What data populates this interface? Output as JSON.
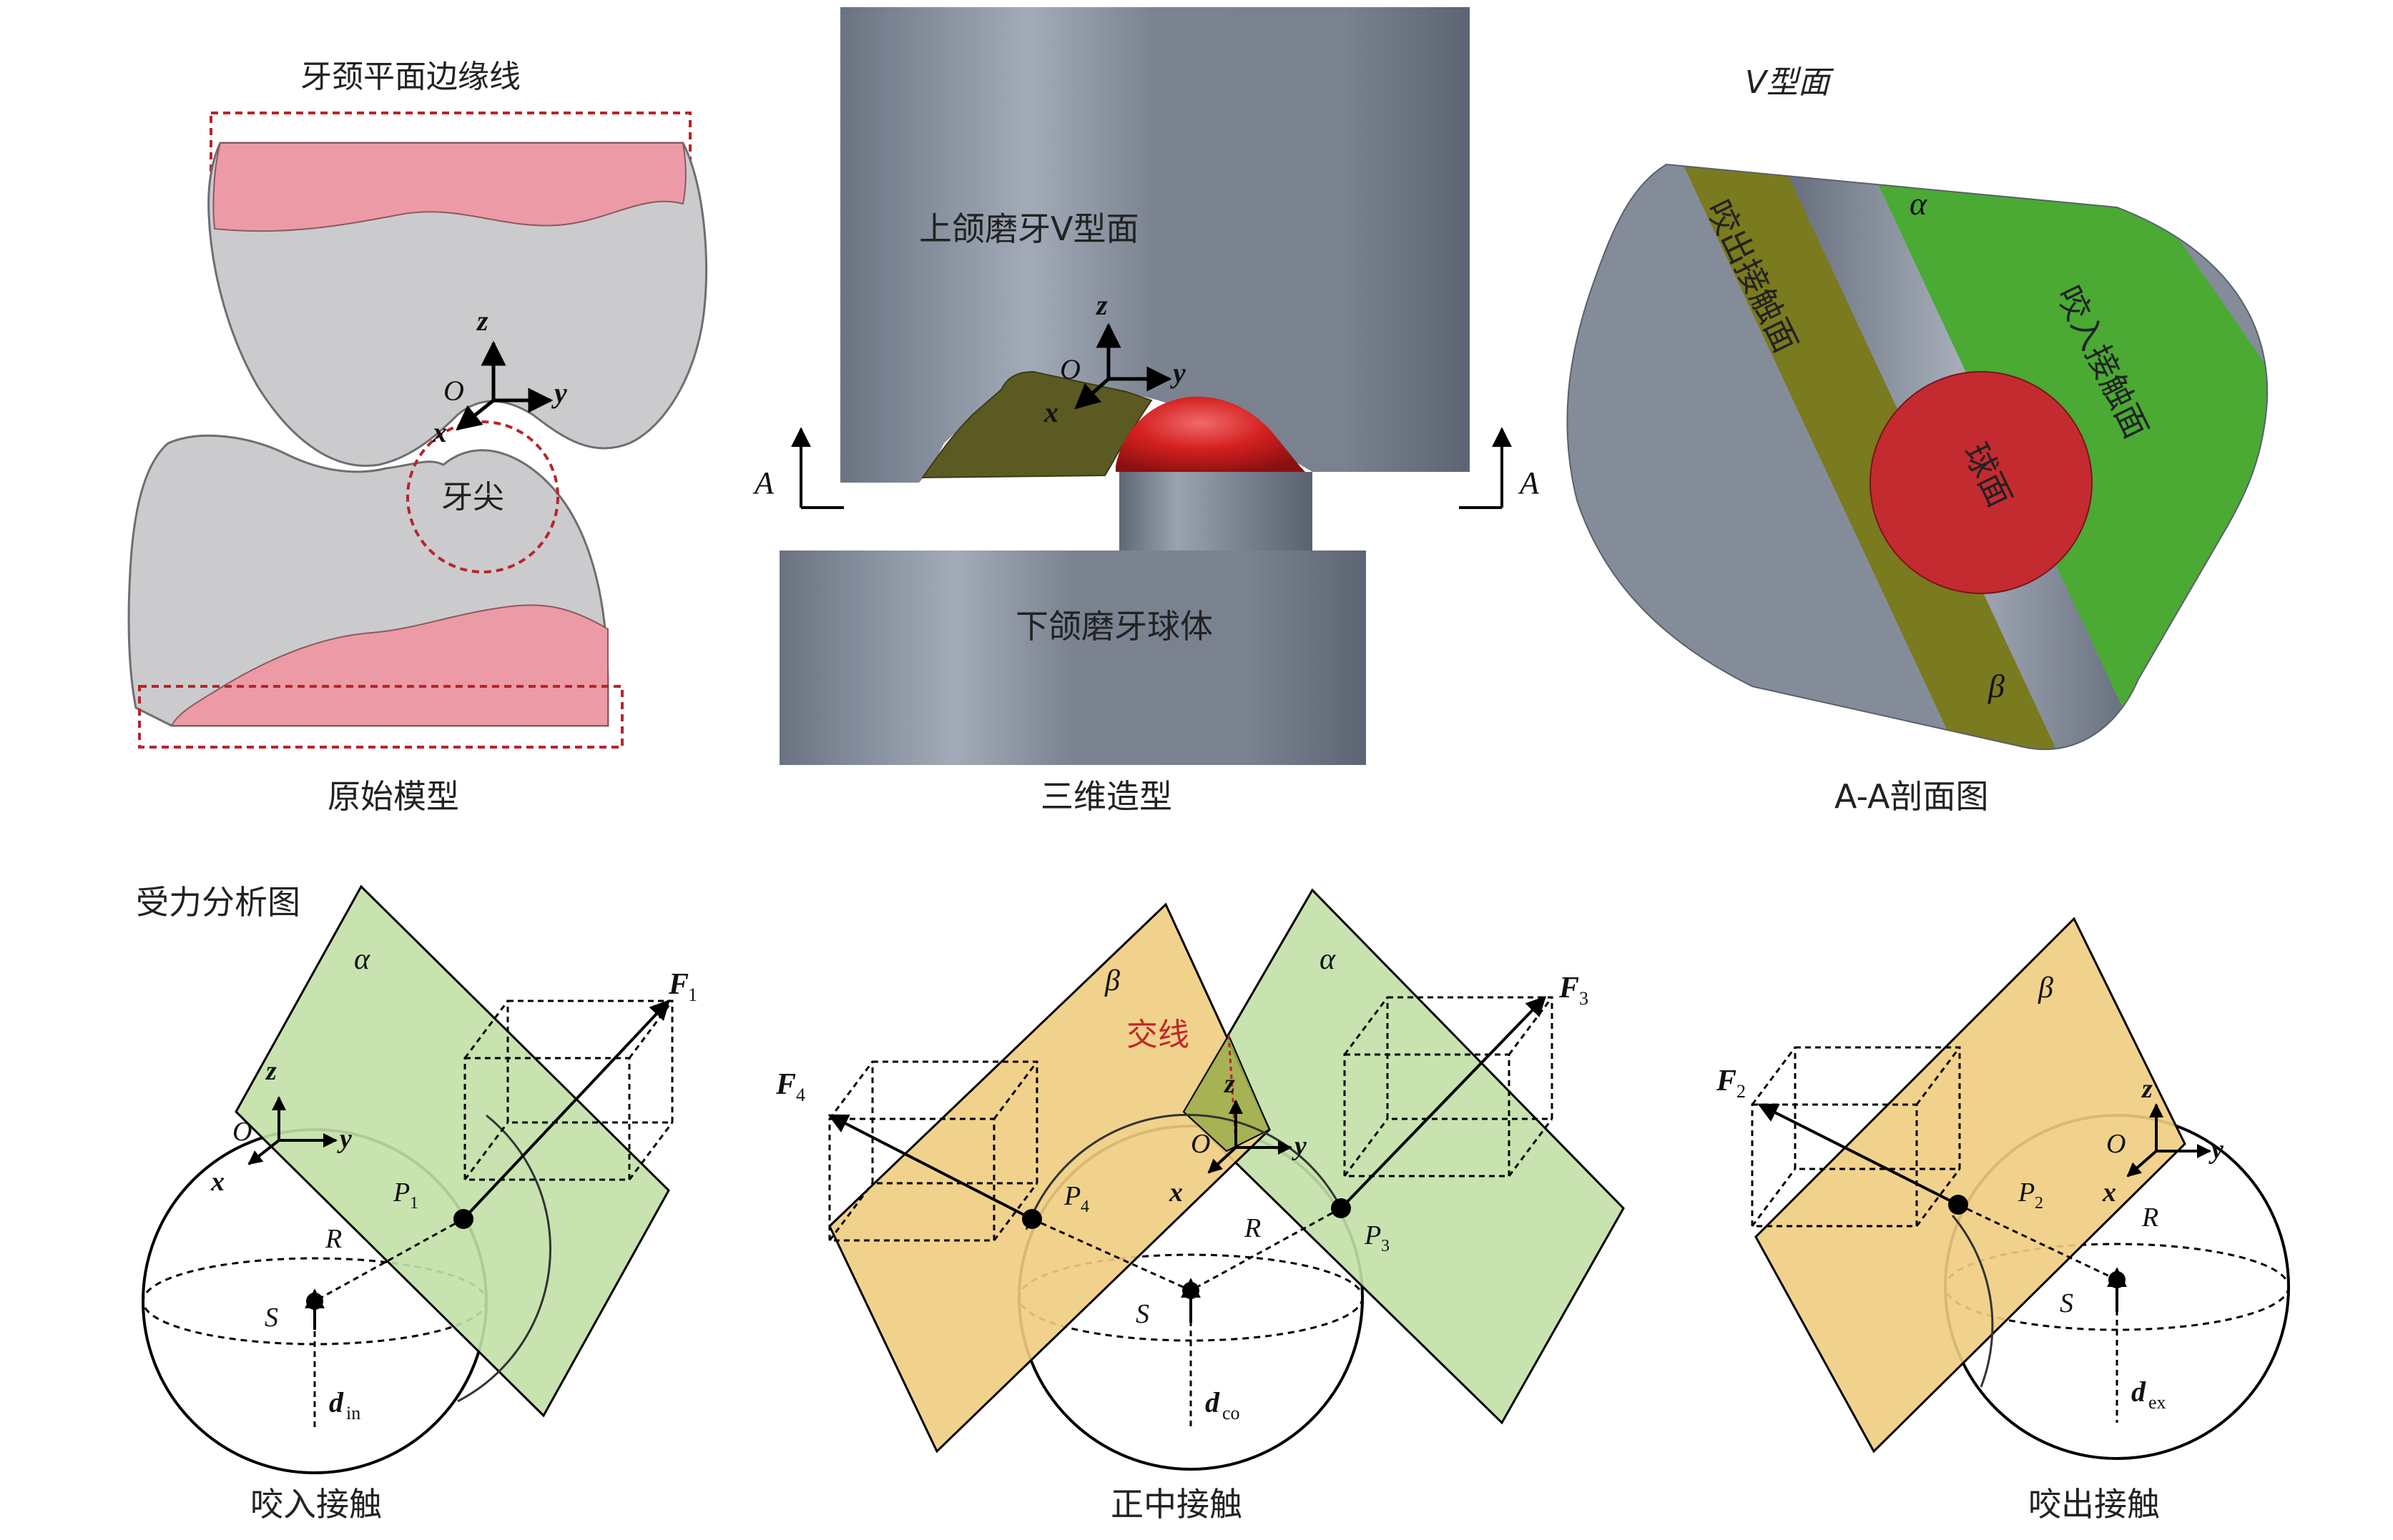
{
  "top": {
    "model": {
      "label_cervical_line": "牙颈平面边缘线",
      "label_cusp": "牙尖",
      "caption": "原始模型",
      "axis_z": "z",
      "axis_y": "y",
      "axis_x": "x",
      "origin": "O"
    },
    "cad": {
      "label_upper": "上颌磨牙V型面",
      "label_lower": "下颌磨牙球体",
      "caption": "三维造型",
      "section_left": "A",
      "section_right": "A",
      "axis_z": "z",
      "axis_y": "y",
      "axis_x": "x",
      "origin": "O"
    },
    "section": {
      "label_v_surface": "V型面",
      "label_exit_contact": "咬出接触面",
      "label_enter_contact": "咬入接触面",
      "label_sphere": "球面",
      "alpha": "α",
      "beta": "β",
      "caption": "A-A剖面图"
    }
  },
  "bottom": {
    "title": "受力分析图",
    "left": {
      "plane": "α",
      "force": "F",
      "force_sub": "1",
      "point": "P",
      "point_sub": "1",
      "radius": "R",
      "center": "S",
      "disp": "d",
      "disp_sub": "in",
      "axis_z": "z",
      "axis_y": "y",
      "axis_x": "x",
      "origin": "O",
      "caption": "咬入接触"
    },
    "middle": {
      "plane_left": "β",
      "plane_right": "α",
      "intersection": "交线",
      "force_left": "F",
      "force_left_sub": "4",
      "force_right": "F",
      "force_right_sub": "3",
      "point_left": "P",
      "point_left_sub": "4",
      "point_right": "P",
      "point_right_sub": "3",
      "radius": "R",
      "center": "S",
      "disp": "d",
      "disp_sub": "co",
      "axis_z": "z",
      "axis_y": "y",
      "axis_x": "x",
      "origin": "O",
      "caption": "正中接触"
    },
    "right": {
      "plane": "β",
      "force": "F",
      "force_sub": "2",
      "point": "P",
      "point_sub": "2",
      "radius": "R",
      "center": "S",
      "disp": "d",
      "disp_sub": "ex",
      "axis_z": "z",
      "axis_y": "y",
      "axis_x": "x",
      "origin": "O",
      "caption": "咬出接触"
    }
  },
  "colors": {
    "tooth_gray": "#c9c9cb",
    "tooth_pink": "#e8909c",
    "steel": "#7d8594",
    "red": "#d22a2a",
    "olive": "#7a7a1f",
    "green": "#49b035",
    "plane_green": "#c2e0a6",
    "plane_yellow": "#efcd80",
    "dashed_red": "#b8242a"
  }
}
